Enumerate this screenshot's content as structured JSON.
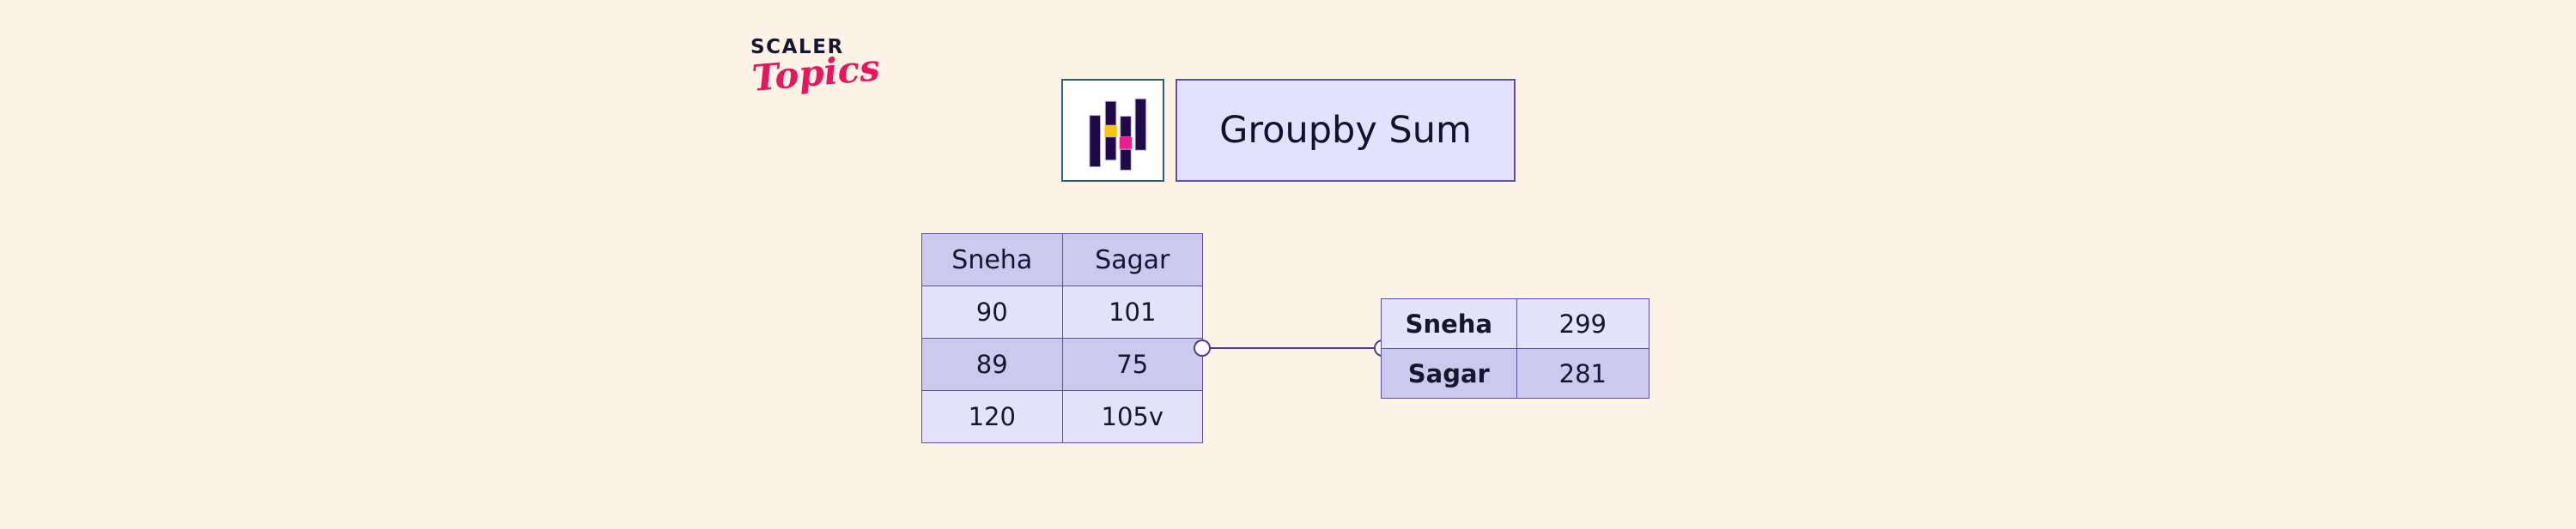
{
  "background_color": "#fdf3e6",
  "brand": {
    "logo_primary": "SCALER",
    "logo_secondary": "Topics",
    "primary_color": "#16162e",
    "secondary_color": "#e6175c"
  },
  "header": {
    "icon_name": "groupby-bars-icon",
    "title": "Groupby Sum",
    "box_bg": "#e4e1fc",
    "box_border": "#5b51a0",
    "icon_box_bg": "#ffffff",
    "icon_box_border": "#2f5f6e",
    "icon_bar_color": "#1d0a47",
    "icon_accent_yellow": "#ffc20e",
    "icon_accent_magenta": "#ee1d8f"
  },
  "source_table": {
    "name": "source-data-table",
    "headers": [
      "Sneha",
      "Sagar"
    ],
    "rows": [
      {
        "style": "light",
        "cells": [
          "90",
          "101"
        ]
      },
      {
        "style": "dark",
        "cells": [
          "89",
          "75"
        ]
      },
      {
        "style": "light",
        "cells": [
          "120",
          "105v"
        ]
      }
    ]
  },
  "result_table": {
    "name": "groupby-result-table",
    "rows": [
      {
        "style": "light",
        "cells": [
          "Sneha",
          "299"
        ]
      },
      {
        "style": "dark",
        "cells": [
          "Sagar",
          "281"
        ]
      }
    ]
  },
  "connector": {
    "name": "table-connector",
    "line_color": "#4b3f8f",
    "endpoint_fill": "#ffffff",
    "endpoint_shape": "circle"
  },
  "palette": {
    "row_light": "#e5e2fb",
    "row_dark": "#ccc8ee",
    "border": "#5b51a0",
    "text": "#16162e"
  }
}
